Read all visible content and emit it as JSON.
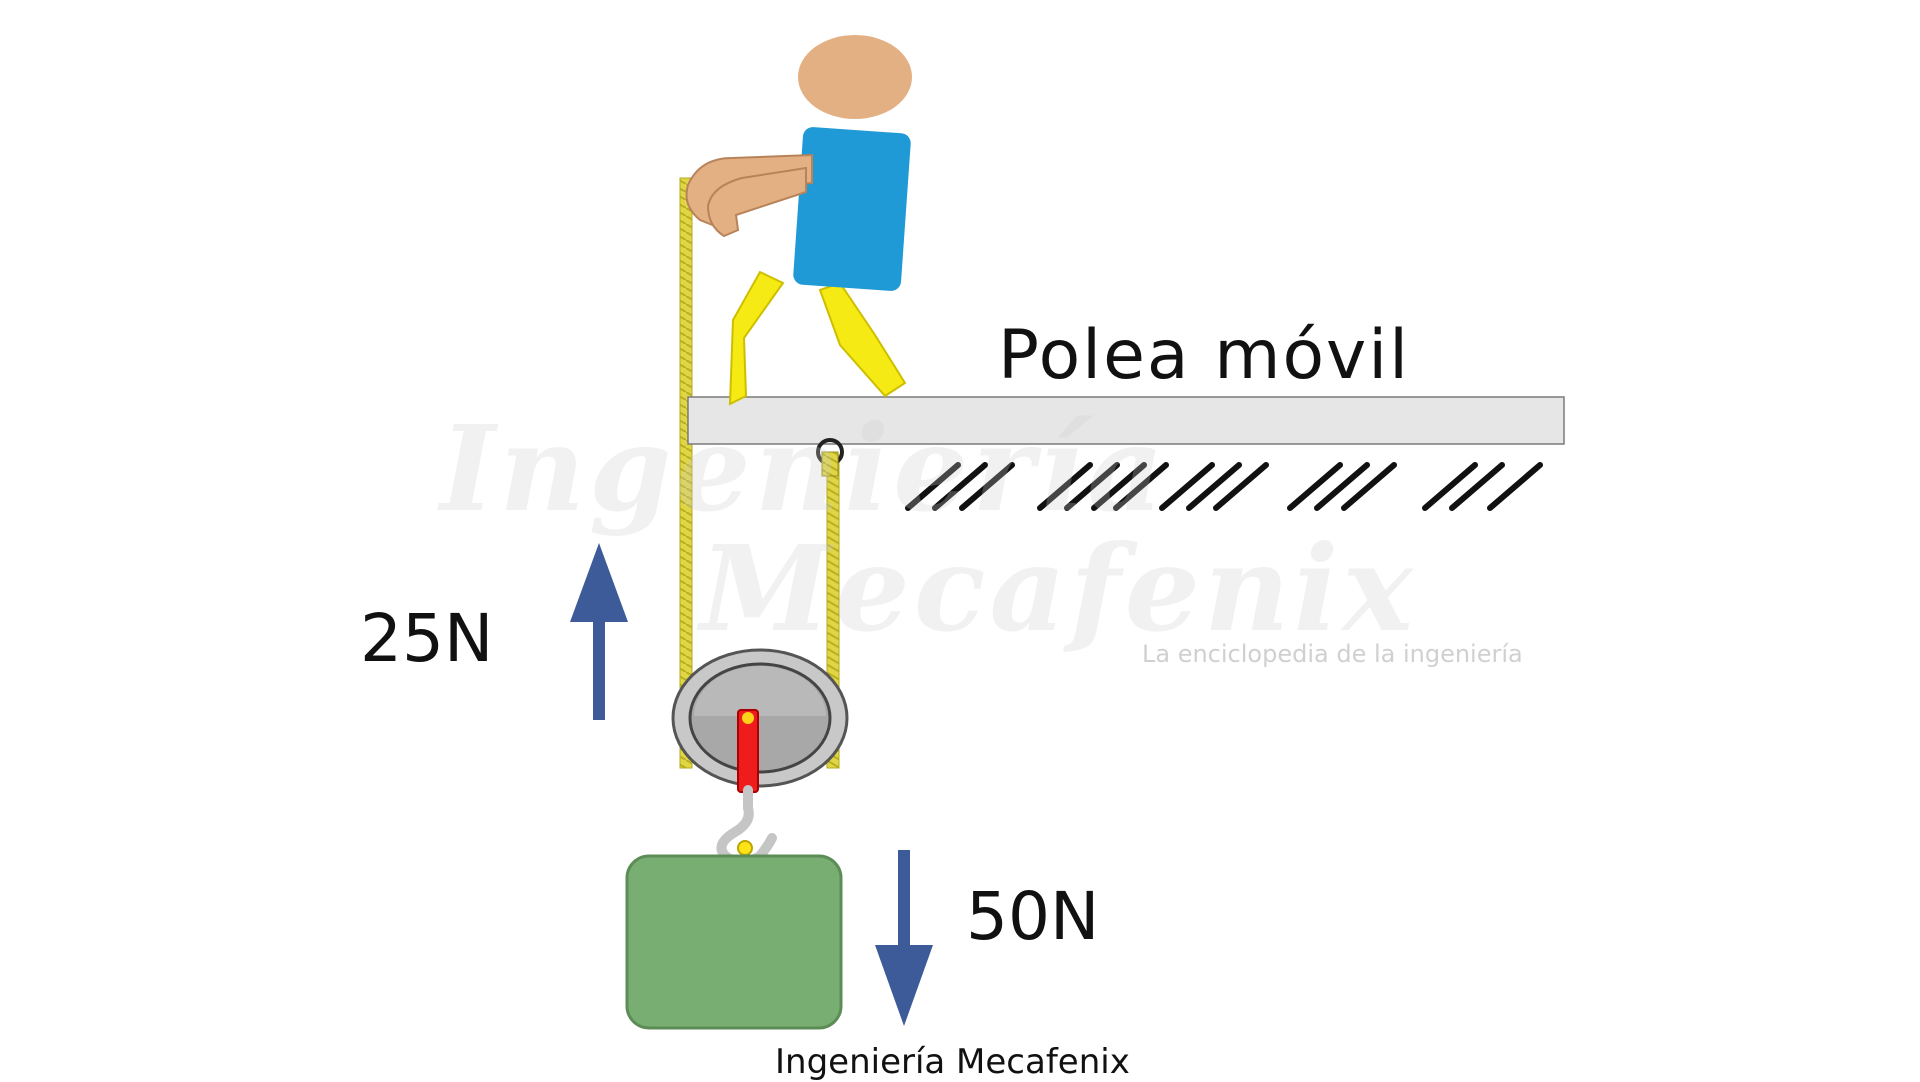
{
  "diagram": {
    "title": "Polea móvil",
    "force_up": "25N",
    "force_down": "50N",
    "credit": "Ingeniería Mecafenix"
  },
  "watermark": {
    "line1": "Ingeniería",
    "line2": "Mecafenix",
    "tagline": "La enciclopedia de la ingeniería"
  },
  "colors": {
    "rope": "#e0d645",
    "arrow": "#3d5a99",
    "load": "#78ae72",
    "shirt": "#1f9ad6",
    "pants": "#f5ea14",
    "skin": "#e3b083",
    "beam": "#e6e6e6",
    "axle": "#ee1c1c"
  }
}
